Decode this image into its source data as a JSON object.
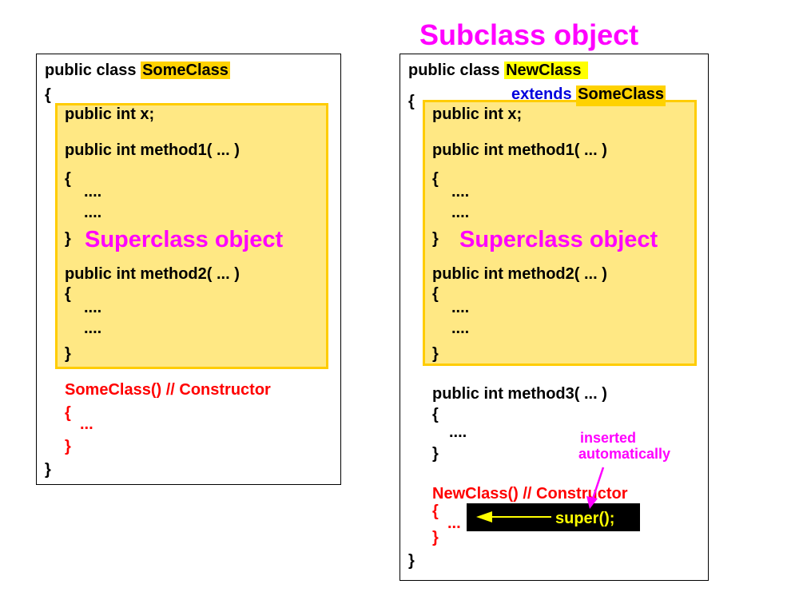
{
  "title": "Subclass object",
  "left": {
    "decl_prefix": "public class",
    "class_name": "SomeClass",
    "open_brace": "{",
    "field": "public  int x;",
    "method1_sig": "public int method1( ... )",
    "method1_open": "{",
    "dots_a": "....",
    "dots_b": "....",
    "method1_close": "}",
    "superclass_label": "Superclass object",
    "method2_sig": "public int method2( ... )",
    "method2_open": "{",
    "dots_c": "....",
    "dots_d": "....",
    "method2_close": "}",
    "ctor_sig": "SomeClass() // Constructor",
    "ctor_open": "{",
    "ctor_dots": "...",
    "ctor_close": "}",
    "close_brace": "}"
  },
  "right": {
    "decl_prefix": "public class",
    "class_name": "NewClass",
    "extends_kw": "extends",
    "extends_name": "SomeClass",
    "open_brace": "{",
    "field": "public  int x;",
    "method1_sig": "public int method1( ... )",
    "method1_open": "{",
    "dots_a": "....",
    "dots_b": "....",
    "method1_close": "}",
    "superclass_label": "Superclass object",
    "method2_sig": "public int method2( ... )",
    "method2_open": "{",
    "dots_c": "....",
    "dots_d": "....",
    "method2_close": "}",
    "method3_sig": "public int method3( ... )",
    "method3_open": "{",
    "method3_dots": "....",
    "method3_close": "}",
    "annotation_line1": "inserted",
    "annotation_line2": "automatically",
    "ctor_sig": "NewClass() // Constructor",
    "ctor_open": "{",
    "ctor_dots": "...",
    "super_call": "super();",
    "ctor_close": "}",
    "close_brace": "}"
  },
  "colors": {
    "highlight": "#FFD200",
    "superclass_fill": "#FFE884",
    "superclass_border": "#FFCC00",
    "magenta": "#FF00FF",
    "red": "#FF0000",
    "blue": "#0000DD",
    "yellow_arrow": "#FFFF00"
  }
}
